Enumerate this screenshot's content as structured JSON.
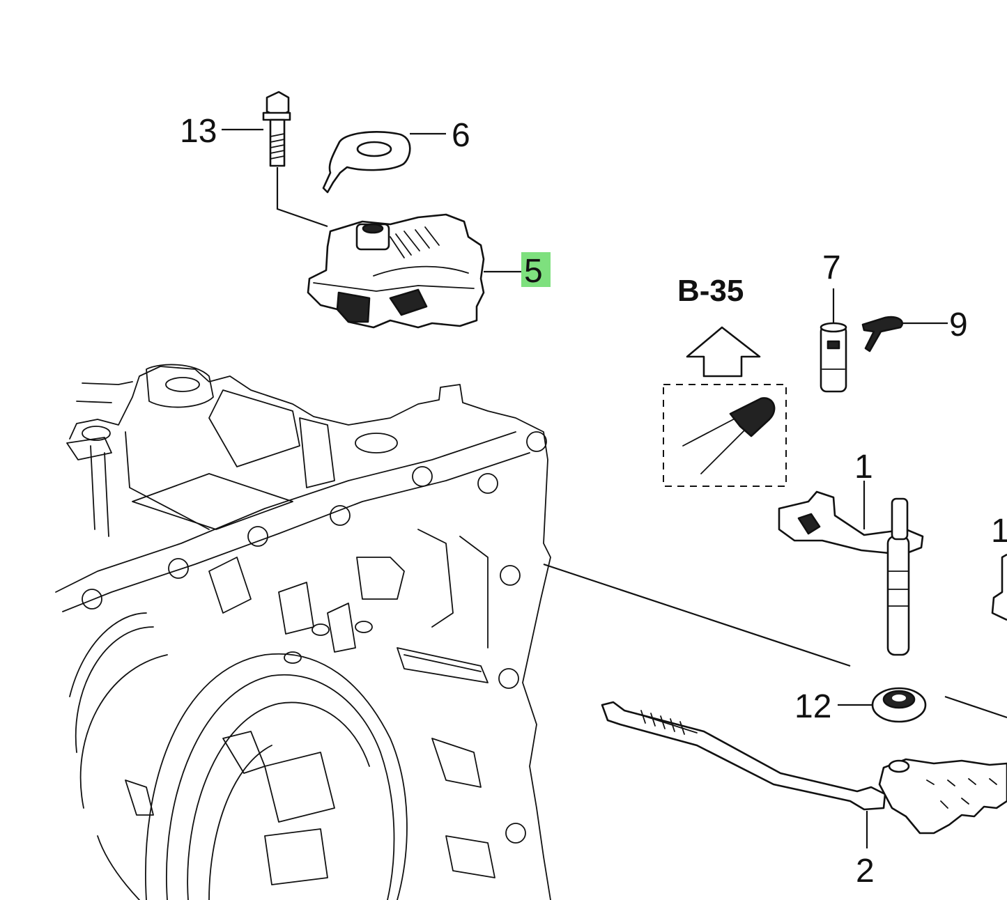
{
  "diagram": {
    "callouts": [
      {
        "id": "c13",
        "text": "13"
      },
      {
        "id": "c6",
        "text": "6"
      },
      {
        "id": "c5",
        "text": "5",
        "highlighted": true
      },
      {
        "id": "c7",
        "text": "7"
      },
      {
        "id": "c9",
        "text": "9"
      },
      {
        "id": "c1",
        "text": "1"
      },
      {
        "id": "c1b",
        "text": "1"
      },
      {
        "id": "c12",
        "text": "12"
      },
      {
        "id": "c2",
        "text": "2"
      }
    ],
    "reference": "B-35",
    "highlight_color": "#7ee07e"
  }
}
